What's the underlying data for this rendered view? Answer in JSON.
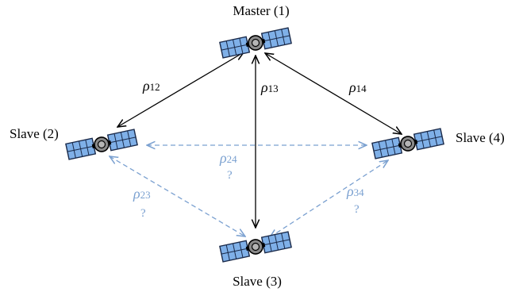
{
  "nodes": {
    "master": {
      "label": "Master (1)"
    },
    "slave2": {
      "label": "Slave (2)"
    },
    "slave3": {
      "label": "Slave (3)"
    },
    "slave4": {
      "label": "Slave (4)"
    }
  },
  "known_ranges": {
    "r12": {
      "symbol": "ρ",
      "sub": "12"
    },
    "r13": {
      "symbol": "ρ",
      "sub": "13"
    },
    "r14": {
      "symbol": "ρ",
      "sub": "14"
    }
  },
  "unknown_ranges": {
    "r24": {
      "symbol": "ρ",
      "sub": "24",
      "mark": "?"
    },
    "r23": {
      "symbol": "ρ",
      "sub": "23",
      "mark": "?"
    },
    "r34": {
      "symbol": "ρ",
      "sub": "34",
      "mark": "?"
    }
  },
  "colors": {
    "known_link": "#000000",
    "unknown_link": "#7aa0d0",
    "panel_fill": "#7fb0e8",
    "panel_stroke": "#1a2a4a"
  },
  "icons": {
    "satellite": "satellite-icon"
  }
}
